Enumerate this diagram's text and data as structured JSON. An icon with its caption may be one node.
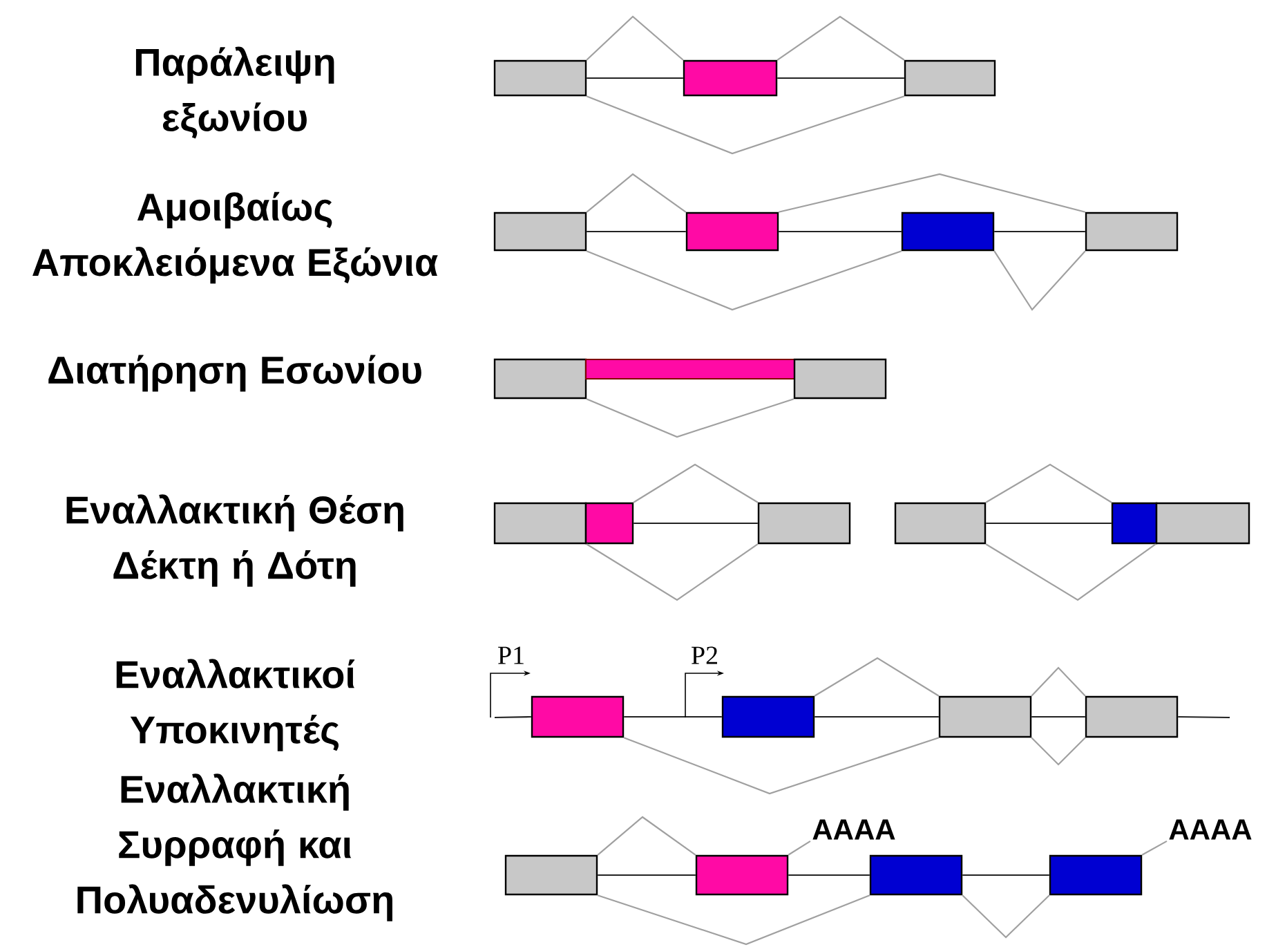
{
  "diagram": {
    "nodes": [
      {
        "text": [],
        "shape": "box"
      },
      {
        "text": [],
        "shape": "box"
      },
      {
        "text": [],
        "shape": "box"
      },
      {
        "text": [],
        "shape": "box"
      },
      {
        "text": [],
        "shape": "box"
      },
      {
        "text": [],
        "shape": "box"
      },
      {
        "text": [],
        "shape": "box"
      },
      {
        "text": [],
        "shape": "box"
      },
      {
        "text": [],
        "shape": "bar"
      },
      {
        "text": [],
        "shape": "box"
      },
      {
        "text": [],
        "shape": "box"
      },
      {
        "text": [],
        "shape": "box"
      },
      {
        "text": [],
        "shape": "box"
      },
      {
        "text": [],
        "shape": "box"
      },
      {
        "text": [],
        "shape": "box"
      },
      {
        "text": [],
        "shape": "box"
      },
      {
        "text": [],
        "shape": "box"
      },
      {
        "text": [],
        "shape": "box"
      },
      {
        "text": [],
        "shape": "box"
      },
      {
        "text": [],
        "shape": "box"
      },
      {
        "text": [],
        "shape": "box"
      },
      {
        "text": [],
        "shape": "box"
      },
      {
        "text": [
          "AAAA"
        ]
      },
      {
        "text": [],
        "shape": "box"
      },
      {
        "text": [],
        "shape": "box"
      },
      {
        "text": [
          "AAAA"
        ]
      }
    ],
    "edges": [
      {
        "from": 0,
        "to": 1,
        "arrow": "none",
        "color": "#222222"
      },
      {
        "from": 1,
        "to": 2,
        "arrow": "none",
        "color": "#222222"
      },
      {
        "from": 0,
        "to": 1,
        "arrow": "none"
      },
      {
        "from": 1,
        "to": 2,
        "arrow": "none"
      },
      {
        "from": 0,
        "to": 2,
        "arrow": "none"
      },
      {
        "from": 3,
        "to": 4,
        "arrow": "none",
        "color": "#222222"
      },
      {
        "from": 4,
        "to": 5,
        "arrow": "none",
        "color": "#222222"
      },
      {
        "from": 5,
        "to": 6,
        "arrow": "none",
        "color": "#222222"
      },
      {
        "from": 3,
        "to": 4,
        "arrow": "none"
      },
      {
        "from": 4,
        "to": 6,
        "arrow": "none"
      },
      {
        "from": 3,
        "to": 5,
        "arrow": "none"
      },
      {
        "from": 5,
        "to": 6,
        "arrow": "none"
      },
      {
        "from": 7,
        "to": 9,
        "arrow": "none"
      },
      {
        "from": 11,
        "to": 12,
        "arrow": "none",
        "color": "#222222"
      },
      {
        "from": 11,
        "to": 12,
        "arrow": "none"
      },
      {
        "from": 10,
        "to": 12,
        "arrow": "none"
      },
      {
        "from": 13,
        "to": 14,
        "arrow": "none",
        "color": "#222222"
      },
      {
        "from": 13,
        "to": 14,
        "arrow": "none"
      },
      {
        "from": 13,
        "to": 15,
        "arrow": "none"
      },
      {
        "from": null,
        "to": 16,
        "arrow": "none",
        "color": "#222222"
      },
      {
        "from": 16,
        "to": 17,
        "arrow": "none",
        "color": "#222222"
      },
      {
        "from": 17,
        "to": 18,
        "arrow": "none",
        "color": "#222222"
      },
      {
        "from": 18,
        "to": 19,
        "arrow": "none",
        "color": "#222222"
      },
      {
        "from": 19,
        "to": null,
        "arrow": "none",
        "color": "#222222"
      },
      {
        "from": 17,
        "to": 18,
        "arrow": "none"
      },
      {
        "from": 16,
        "to": 18,
        "arrow": "none"
      },
      {
        "from": 18,
        "to": 19,
        "arrow": "none"
      },
      {
        "from": 18,
        "to": 19,
        "arrow": "none"
      },
      {
        "from": 20,
        "to": 21,
        "arrow": "none",
        "color": "#222222"
      },
      {
        "from": 21,
        "to": 23,
        "arrow": "none",
        "color": "#222222"
      },
      {
        "from": 23,
        "to": 24,
        "arrow": "none",
        "color": "#222222"
      },
      {
        "from": 20,
        "to": 21,
        "arrow": "none"
      },
      {
        "from": 20,
        "to": 23,
        "arrow": "none"
      },
      {
        "from": 23,
        "to": 24,
        "arrow": "none"
      },
      {
        "from": 22,
        "to": 21,
        "arrow": "none"
      },
      {
        "from": 25,
        "to": 24,
        "arrow": "none"
      }
    ],
    "labels": [
      "Παράλειψη εξωνίου",
      "Αμοιβαίως Αποκλειόμενα Εξώνια",
      "Διατήρηση Εσωνίου",
      "Εναλλακτική Θέση Δέκτη ή Δότη",
      "Εναλλακτικοί Υποκινητές",
      "P1",
      "P2",
      "Εναλλακτική Συρραφή και Πολυαδενυλίωση"
    ]
  }
}
